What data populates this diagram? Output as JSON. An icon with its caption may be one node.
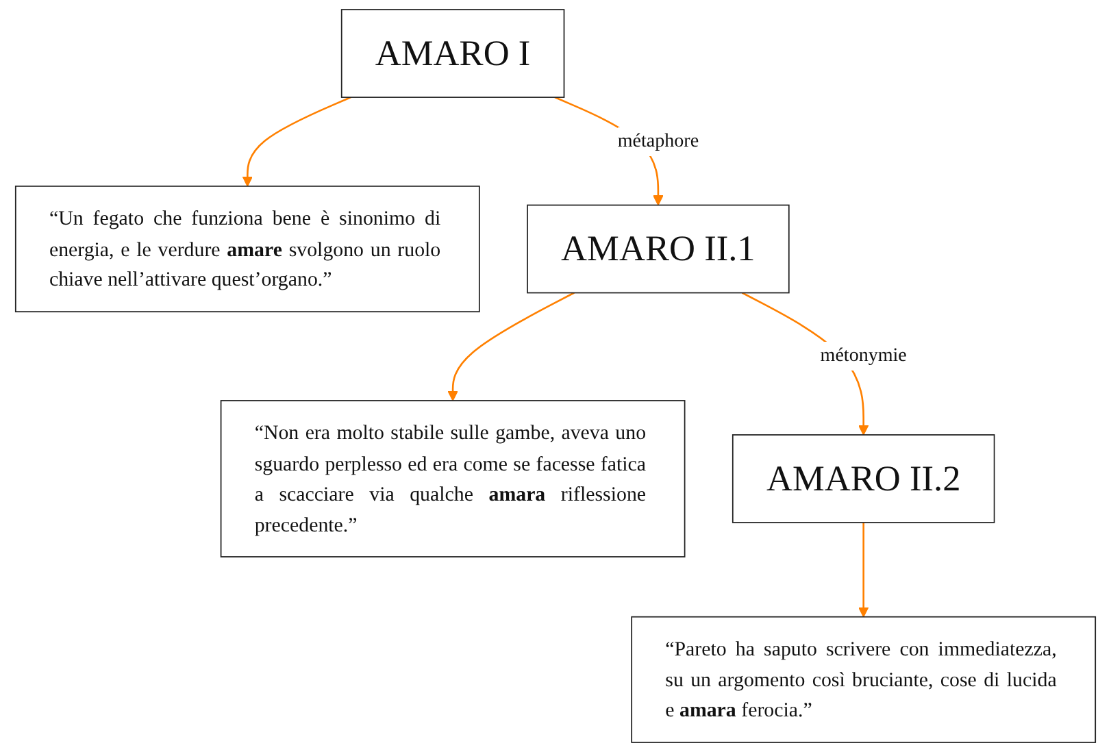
{
  "diagram": {
    "nodes": [
      {
        "text": [
          "AMARO I"
        ]
      },
      {
        "text": [
          "“Un fegato che funziona bene è sinonimo di energia, e le verdure **amare** svolgono un ruolo chiave nell’attivare quest’organo.”"
        ]
      },
      {
        "text": [
          "AMARO II.1"
        ]
      },
      {
        "text": [
          "“Non era molto stabile sulle gambe, aveva uno sguardo perplesso ed era come se facesse fatica a scacciare via qualche **amara** riflessione precedente.”"
        ]
      },
      {
        "text": [
          "AMARO II.2"
        ]
      },
      {
        "text": [
          "“Pareto ha saputo scrivere con immediatezza, su un argomento così bruciante, cose di lucida e **amara** ferocia.”"
        ]
      }
    ],
    "edges": [
      {
        "from": 0,
        "to": 1,
        "arrow": "to"
      },
      {
        "from": 0,
        "to": 2,
        "arrow": "to",
        "label": "métaphore"
      },
      {
        "from": 2,
        "to": 3,
        "arrow": "to"
      },
      {
        "from": 2,
        "to": 4,
        "arrow": "to",
        "label": "métonymie"
      },
      {
        "from": 4,
        "to": 5,
        "arrow": "to"
      }
    ]
  }
}
